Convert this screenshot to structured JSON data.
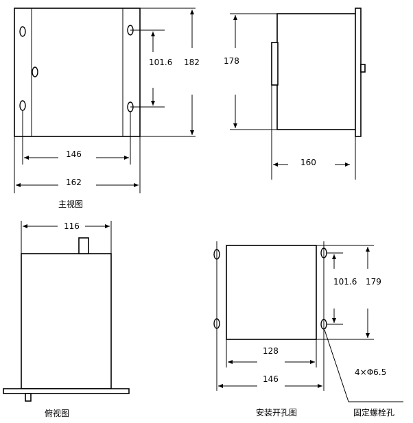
{
  "front_view": {
    "caption": "主视图",
    "dims": {
      "height_outer": "182",
      "hole_spacing": "101.6",
      "width_inner": "146",
      "width_outer": "162"
    }
  },
  "side_view": {
    "dims": {
      "height": "178",
      "depth": "160"
    }
  },
  "top_view": {
    "caption": "俯视图",
    "dims": {
      "width": "116"
    }
  },
  "cutout_view": {
    "caption": "安装开孔图",
    "dims": {
      "hole_spacing": "101.6",
      "height": "179",
      "width": "128",
      "hole_span": "146"
    },
    "hole_spec": "4×Φ6.5",
    "hole_label": "固定螺栓孔"
  }
}
